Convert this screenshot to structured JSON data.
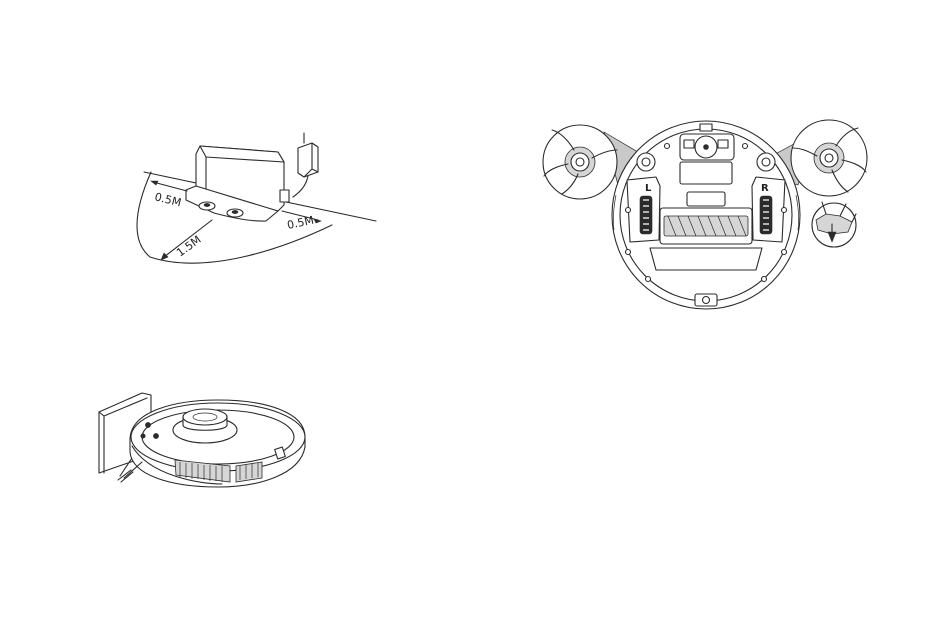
{
  "clearance_figure": {
    "side_left": "0.5M",
    "side_right": "0.5M",
    "front": "1.5M"
  },
  "underside_figure": {
    "left_wheel_label": "L",
    "right_wheel_label": "R"
  },
  "docked_figure": {},
  "colors": {
    "line": "#2b2b2b",
    "background": "#ffffff",
    "shade": "#d6d6d6"
  }
}
